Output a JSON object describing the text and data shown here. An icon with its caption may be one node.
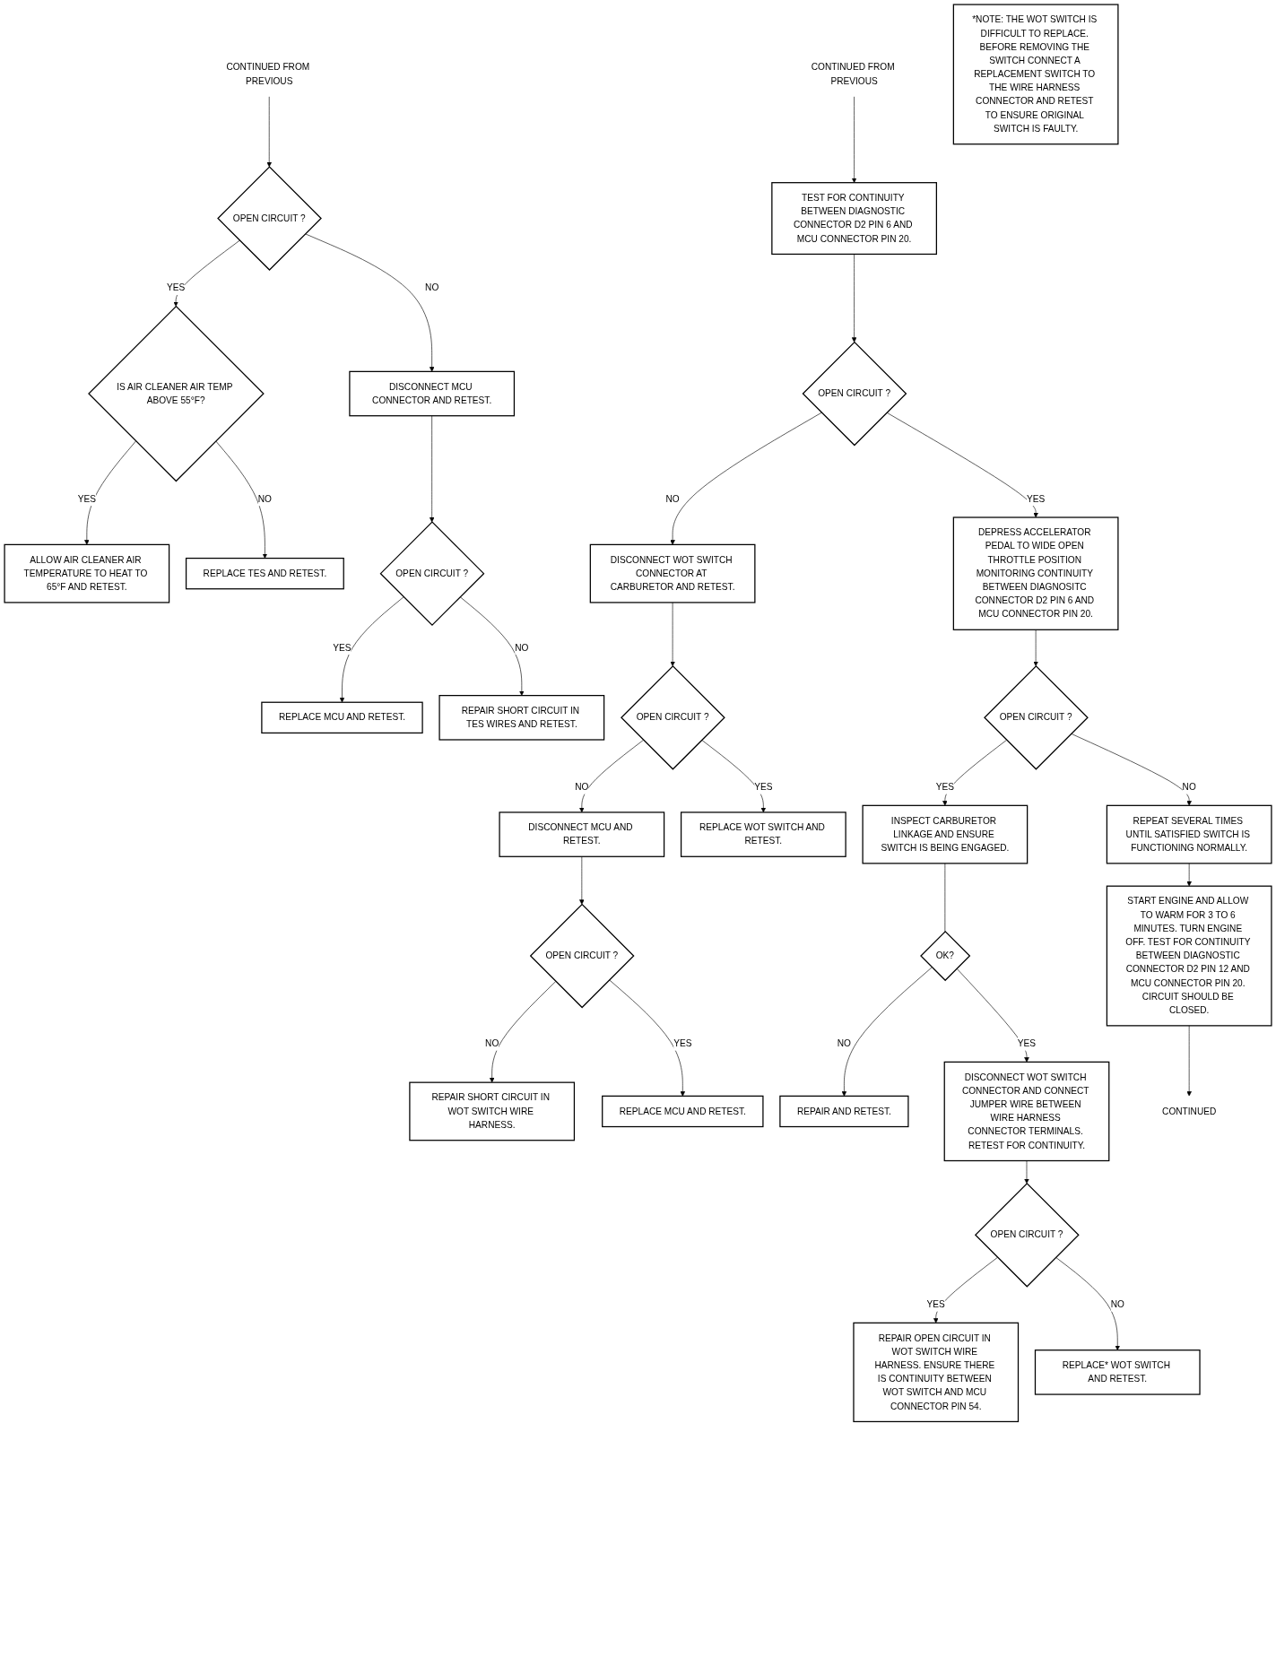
{
  "diagram": {
    "nodes": [
      {
        "text": [
          "CONTINUED FROM PREVIOUS"
        ]
      },
      {
        "text": [
          "CONTINUED FROM PREVIOUS"
        ]
      },
      {
        "text": [
          "OPEN CIRCUIT ?"
        ]
      },
      {
        "text": [
          "TEST FOR CONTINUITY BETWEEN DIAGNOSTIC CONNECTOR D2 PIN 6 AND MCU CONNECTOR PIN 20."
        ]
      },
      {
        "text": [
          "IS AIR CLEANER AIR TEMP ABOVE 55°F?"
        ]
      },
      {
        "text": [
          "DISCONNECT MCU CONNECTOR AND RETEST."
        ]
      },
      {
        "text": [
          "OPEN CIRCUIT ?"
        ]
      },
      {
        "text": [
          "ALLOW AIR CLEANER AIR TEMPERATURE TO HEAT TO 65°F AND RETEST."
        ]
      },
      {
        "text": [
          "OPEN CIRCUIT ?"
        ]
      },
      {
        "text": [
          "DISCONNECT WOT SWITCH CONNECTOR AT CARBURETOR AND RETEST."
        ]
      },
      {
        "text": [
          "DEPRESS ACCELERATOR PEDAL TO WIDE OPEN THROTTLE POSITION MONITORING CONTINUITY BETWEEN DIAGNOSITC CONNECTOR D2 PIN 6 AND MCU CONNECTOR PIN 20."
        ]
      },
      {
        "text": [
          "REPLACE MCU AND RETEST."
        ]
      },
      {
        "text": [
          "REPLACE TES AND RETEST."
        ]
      },
      {
        "text": [
          "OPEN CIRCUIT ?"
        ]
      },
      {
        "text": [
          "REPAIR SHORT CIRCUIT IN TES WIRES AND RETEST."
        ]
      },
      {
        "text": [
          "DISCONNECT MCU AND RETEST."
        ]
      },
      {
        "text": [
          "OPEN CIRCUIT ?"
        ]
      },
      {
        "text": [
          "REPLACE WOT SWITCH AND RETEST."
        ]
      },
      {
        "text": [
          "REPAIR SHORT CIRCUIT IN WOT SWITCH WIRE HARNESS."
        ]
      },
      {
        "text": [
          "OPEN CIRCUIT ?"
        ]
      },
      {
        "text": [
          "REPLACE MCU AND RETEST."
        ]
      },
      {
        "text": [
          "REPEAT SEVERAL TIMES UNTIL SATISFIED SWITCH IS FUNCTIONING NORMALLY."
        ]
      },
      {
        "text": [
          "INSPECT CARBURETOR LINKAGE AND ENSURE SWITCH IS BEING ENGAGED."
        ]
      },
      {
        "text": [
          "OK?"
        ]
      },
      {
        "text": [
          "DISCONNECT WOT SWITCH CONNECTOR AND CONNECT JUMPER WIRE BETWEEN WIRE HARNESS CONNECTOR TERMINALS. RETEST FOR CONTINUITY."
        ]
      },
      {
        "text": [
          "REPAIR AND RETEST."
        ]
      },
      {
        "text": [
          "OPEN CIRCUIT ?"
        ]
      },
      {
        "text": [
          "START ENGINE AND ALLOW TO WARM FOR 3 TO 6 MINUTES. TURN ENGINE OFF. TEST FOR CONTINUITY BETWEEN DIAGNOSTIC CONNECTOR D2 PIN 12 AND MCU CONNECTOR PIN 20. CIRCUIT SHOULD BE CLOSED."
        ]
      },
      {
        "text": [
          "REPAIR OPEN CIRCUIT IN WOT SWITCH WIRE HARNESS. ENSURE THERE IS CONTINUITY BETWEEN WOT SWITCH AND MCU CONNECTOR PIN 54."
        ]
      },
      {
        "text": [
          "*NOTE: THE WOT SWITCH IS DIFFICULT TO REPLACE. BEFORE REMOVING THE SWITCH CONNECT A REPLACEMENT SWITCH TO THE WIRE HARNESS CONNECTOR AND RETEST TO ENSURE ORIGINAL SWITCH IS FAULTY."
        ]
      },
      {
        "text": [
          "REPLACE* WOT SWITCH AND RETEST."
        ]
      },
      {
        "text": [
          "CONTINUED"
        ]
      }
    ],
    "edges": [
      {
        "from": 0,
        "to": 2,
        "arrow": "to"
      },
      {
        "from": 2,
        "to": 4,
        "arrow": "to",
        "label": "YES"
      },
      {
        "from": 2,
        "to": 5,
        "arrow": "to",
        "label": "NO"
      },
      {
        "from": 4,
        "to": 7,
        "arrow": "to",
        "label": "YES"
      },
      {
        "from": 4,
        "to": 12,
        "arrow": "to",
        "label": "NO"
      },
      {
        "from": 5,
        "to": 8,
        "arrow": "to"
      },
      {
        "from": 8,
        "to": 11,
        "arrow": "to",
        "label": "YES"
      },
      {
        "from": 8,
        "to": 14,
        "arrow": "to",
        "label": "NO"
      },
      {
        "from": 1,
        "to": 3,
        "arrow": "to"
      },
      {
        "from": 3,
        "to": 6,
        "arrow": "to"
      },
      {
        "from": 6,
        "to": 9,
        "arrow": "to",
        "label": "NO"
      },
      {
        "from": 6,
        "to": 10,
        "arrow": "to",
        "label": "YES"
      },
      {
        "from": 9,
        "to": 13,
        "arrow": "to"
      },
      {
        "from": 13,
        "to": 15,
        "arrow": "to",
        "label": "NO"
      },
      {
        "from": 13,
        "to": 17,
        "arrow": "to",
        "label": "YES"
      },
      {
        "from": 15,
        "to": 19,
        "arrow": "to"
      },
      {
        "from": 19,
        "to": 18,
        "arrow": "to",
        "label": "NO"
      },
      {
        "from": 19,
        "to": 20,
        "arrow": "to",
        "label": "YES"
      },
      {
        "from": 10,
        "to": 16,
        "arrow": "to"
      },
      {
        "from": 16,
        "to": 22,
        "arrow": "to",
        "label": "YES"
      },
      {
        "from": 16,
        "to": 21,
        "arrow": "to",
        "label": "NO"
      },
      {
        "from": 22,
        "to": 23,
        "arrow": "none"
      },
      {
        "from": 23,
        "to": 25,
        "arrow": "to",
        "label": "NO"
      },
      {
        "from": 23,
        "to": 24,
        "arrow": "to",
        "label": "YES"
      },
      {
        "from": 24,
        "to": 26,
        "arrow": "to"
      },
      {
        "from": 26,
        "to": 28,
        "arrow": "to",
        "label": "YES"
      },
      {
        "from": 26,
        "to": 30,
        "arrow": "to",
        "label": "NO"
      },
      {
        "from": 21,
        "to": 27,
        "arrow": "to"
      },
      {
        "from": 27,
        "to": 31,
        "arrow": "to"
      }
    ]
  }
}
